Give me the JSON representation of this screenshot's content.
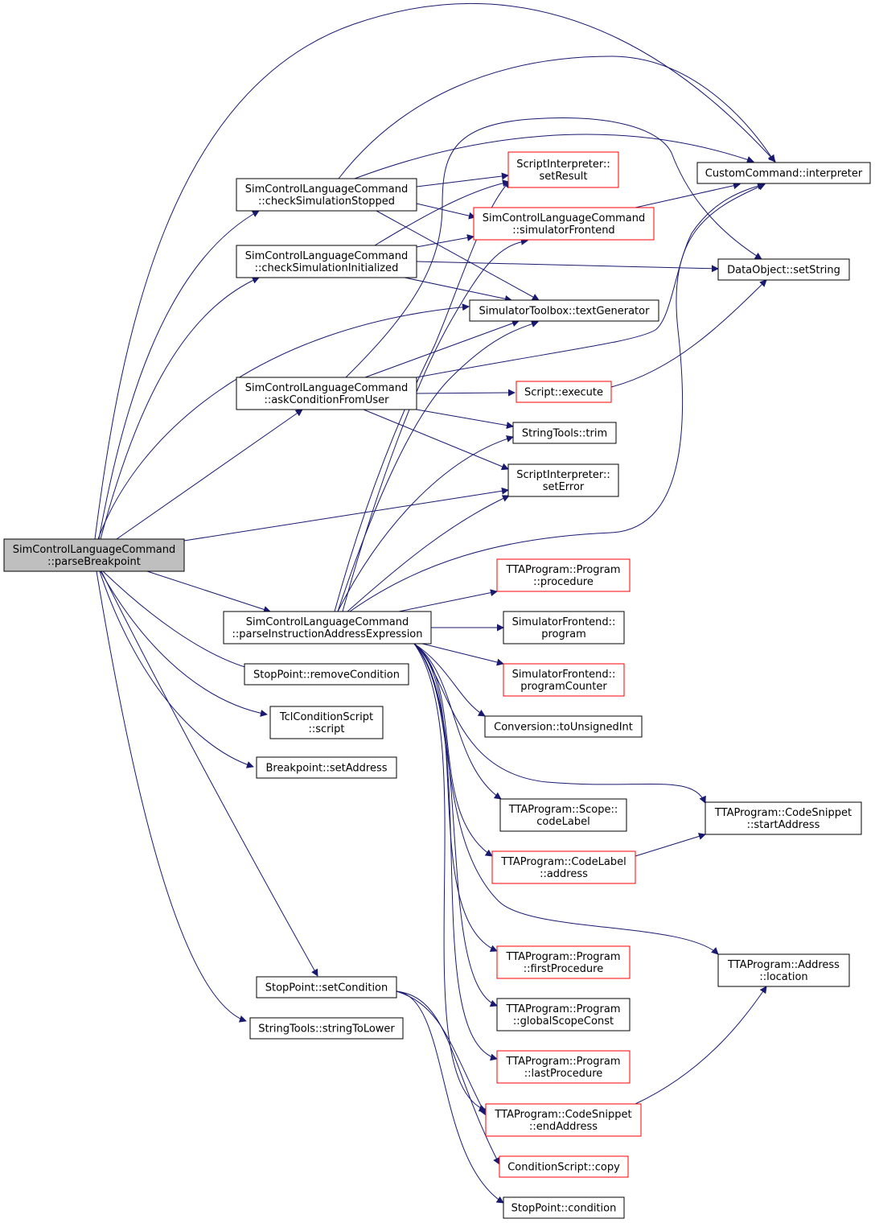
{
  "colors": {
    "edge": "#191970",
    "border_normal": "#000000",
    "border_truncated": "#ff0000",
    "root_fill": "#bfbfbf",
    "node_fill": "#ffffff"
  },
  "nodes": {
    "parseBreakpoint": [
      "SimControlLanguageCommand",
      "::parseBreakpoint"
    ],
    "checkSimulationStopped": [
      "SimControlLanguageCommand",
      "::checkSimulationStopped"
    ],
    "checkSimulationInitialized": [
      "SimControlLanguageCommand",
      "::checkSimulationInitialized"
    ],
    "askConditionFromUser": [
      "SimControlLanguageCommand",
      "::askConditionFromUser"
    ],
    "parseInstructionAddressExpression": [
      "SimControlLanguageCommand",
      "::parseInstructionAddressExpression"
    ],
    "removeCondition": [
      "StopPoint::removeCondition"
    ],
    "tclScript": [
      "TclConditionScript",
      "::script"
    ],
    "setAddress": [
      "Breakpoint::setAddress"
    ],
    "setCondition": [
      "StopPoint::setCondition"
    ],
    "stringToLower": [
      "StringTools::stringToLower"
    ],
    "setResult": [
      "ScriptInterpreter::",
      "setResult"
    ],
    "simulatorFrontend": [
      "SimControlLanguageCommand",
      "::simulatorFrontend"
    ],
    "textGenerator": [
      "SimulatorToolbox::textGenerator"
    ],
    "execute": [
      "Script::execute"
    ],
    "trim": [
      "StringTools::trim"
    ],
    "setError": [
      "ScriptInterpreter::",
      "setError"
    ],
    "procedure": [
      "TTAProgram::Program",
      "::procedure"
    ],
    "sfProgram": [
      "SimulatorFrontend::",
      "program"
    ],
    "programCounter": [
      "SimulatorFrontend::",
      "programCounter"
    ],
    "toUnsignedInt": [
      "Conversion::toUnsignedInt"
    ],
    "scopeCodeLabel": [
      "TTAProgram::Scope::",
      "codeLabel"
    ],
    "codeLabelAddress": [
      "TTAProgram::CodeLabel",
      "::address"
    ],
    "firstProcedure": [
      "TTAProgram::Program",
      "::firstProcedure"
    ],
    "globalScopeConst": [
      "TTAProgram::Program",
      "::globalScopeConst"
    ],
    "lastProcedure": [
      "TTAProgram::Program",
      "::lastProcedure"
    ],
    "endAddress": [
      "TTAProgram::CodeSnippet",
      "::endAddress"
    ],
    "conditionCopy": [
      "ConditionScript::copy"
    ],
    "condition": [
      "StopPoint::condition"
    ],
    "interpreter": [
      "CustomCommand::interpreter"
    ],
    "setString": [
      "DataObject::setString"
    ],
    "startAddress": [
      "TTAProgram::CodeSnippet",
      "::startAddress"
    ],
    "location": [
      "TTAProgram::Address",
      "::location"
    ]
  }
}
